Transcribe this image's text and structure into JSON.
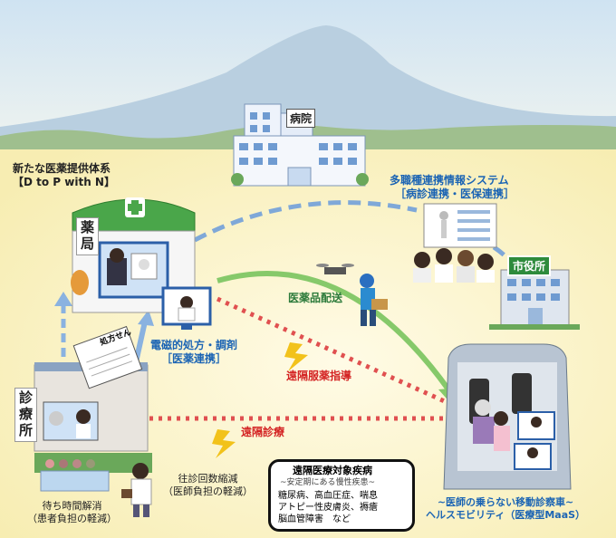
{
  "title": {
    "line1": "新たな医薬提供体系",
    "line2": "【D to P with N】"
  },
  "buildings": {
    "hospital": "病院",
    "pharmacy_vertical": "薬局",
    "clinic_vertical": "診療所",
    "city_hall": "市役所"
  },
  "prescription_note": "処方せん",
  "info_system": {
    "line1": "多職種連携情報システム",
    "line2": "［病診連携・医保連携］"
  },
  "e_prescription": {
    "line1": "電磁的処方・調剤",
    "line2": "［医薬連携］"
  },
  "drug_delivery": "医薬品配送",
  "remote_medication_guidance": "遠隔服薬指導",
  "remote_consultation": "遠隔診療",
  "wait_time": {
    "line1": "待ち時間解消",
    "line2": "（患者負担の軽減）"
  },
  "visit_reduction": {
    "line1": "往診回数縮減",
    "line2": "（医師負担の軽減）"
  },
  "disease_box": {
    "title": "遠隔医療対象疾病",
    "subtitle": "~安定期にある慢性疾患~",
    "line1": "糖尿病、高血圧症、喘息",
    "line2": "アトピー性皮膚炎、褥瘡",
    "line3": "脳血管障害　など"
  },
  "mobile_clinic": {
    "line1": "~医師の乗らない移動診察車~",
    "line2": "ヘルスモビリティ（医療型MaaS）"
  },
  "colors": {
    "blue_text": "#1b64b4",
    "red_text": "#d42424",
    "green_arrow": "#86c96a",
    "blue_dash": "#7fa8d8",
    "red_dot": "#e05050"
  }
}
